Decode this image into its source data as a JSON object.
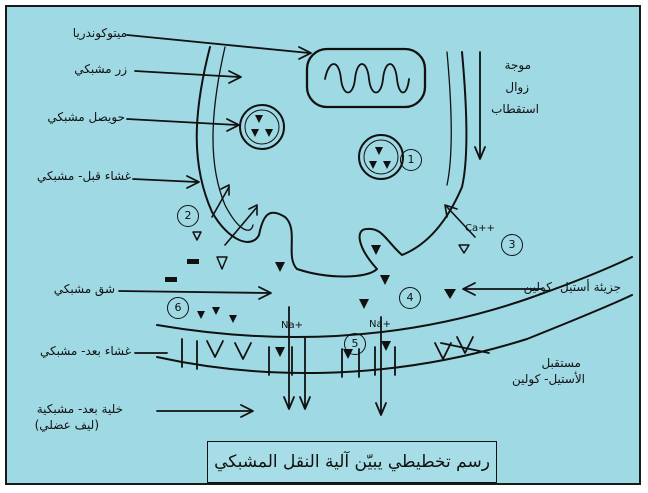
{
  "labels": {
    "mitochondria": "ميتوكوندريا",
    "presynaptic_knob": "زر مشبكي",
    "synaptic_vesicle": "حويصل مشبكي",
    "presynaptic_membrane": "غشاء قبل- مشبكي",
    "synaptic_cleft": "شق مشبكي",
    "postsynaptic_membrane": "غشاء بعد- مشبكي",
    "postsynaptic_cell_line1": "خلية بعد- مشبكية",
    "postsynaptic_cell_line2": "(ليف عضلي)",
    "acetylcholine_molecule": "جزيئة أستيل- كولين",
    "receptor_line1": "مستقبل",
    "receptor_line2": "الأستيل- كولين",
    "wave_line1": "موجة",
    "wave_line2": "زوال",
    "wave_line3": "استقطاب"
  },
  "step_numbers": [
    "1",
    "2",
    "3",
    "4",
    "5",
    "6"
  ],
  "ions": {
    "calcium": "Ca++",
    "sodium": "Na+"
  },
  "caption": "رسم تخطيطي يبيّن آلية النقل المشبكي",
  "colors": {
    "background": "#9fd9e4",
    "ink": "#111111"
  }
}
